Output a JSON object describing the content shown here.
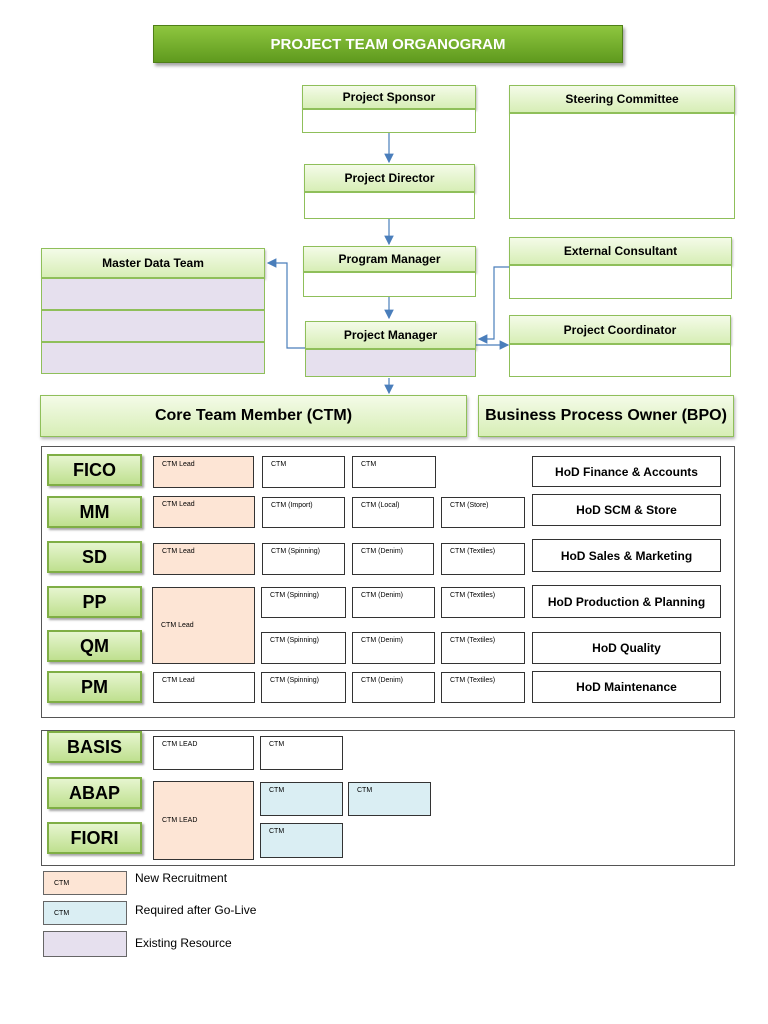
{
  "title": "PROJECT TEAM ORGANOGRAM",
  "org": {
    "sponsor": "Project Sponsor",
    "steering": "Steering Committee",
    "director": "Project Director",
    "program_manager": "Program Manager",
    "external_consultant": "External Consultant",
    "master_data": "Master Data Team",
    "project_manager": "Project Manager",
    "coordinator": "Project Coordinator"
  },
  "ctm_header": "Core Team Member (CTM)",
  "bpo_header": "Business Process Owner (BPO)",
  "functional": {
    "modules": [
      "FICO",
      "MM",
      "SD",
      "PP",
      "QM",
      "PM"
    ],
    "rows": [
      {
        "lead": "CTM Lead",
        "c1": "CTM",
        "c2": "CTM",
        "c3": "",
        "hod": "HoD Finance & Accounts"
      },
      {
        "lead": "CTM Lead",
        "c1": "CTM (Import)",
        "c2": "CTM (Local)",
        "c3": "CTM (Store)",
        "hod": "HoD SCM & Store"
      },
      {
        "lead": "CTM Lead",
        "c1": "CTM (Spinning)",
        "c2": "CTM (Denim)",
        "c3": "CTM (Textiles)",
        "hod": "HoD Sales & Marketing"
      },
      {
        "lead": "CTM Lead",
        "c1": "CTM (Spinning)",
        "c2": "CTM (Denim)",
        "c3": "CTM (Textiles)",
        "hod": "HoD Production & Planning"
      },
      {
        "lead": "",
        "c1": "CTM (Spinning)",
        "c2": "CTM (Denim)",
        "c3": "CTM (Textiles)",
        "hod": "HoD Quality"
      },
      {
        "lead": "CTM Lead",
        "c1": "CTM (Spinning)",
        "c2": "CTM (Denim)",
        "c3": "CTM (Textiles)",
        "hod": "HoD Maintenance"
      }
    ]
  },
  "technical": {
    "modules": [
      "BASIS",
      "ABAP",
      "FIORI"
    ],
    "basis_lead": "CTM LEAD",
    "basis_ctm": "CTM",
    "abap_fiori_lead": "CTM LEAD",
    "abap_ctm1": "CTM",
    "abap_ctm2": "CTM",
    "fiori_ctm": "CTM"
  },
  "legend": [
    {
      "box": "CTM",
      "label": "New Recruitment",
      "color": "#fde5d5"
    },
    {
      "box": "CTM",
      "label": "Required after Go-Live",
      "color": "#daeef3"
    },
    {
      "box": "",
      "label": "Existing Resource",
      "color": "#e6e0ee"
    }
  ]
}
